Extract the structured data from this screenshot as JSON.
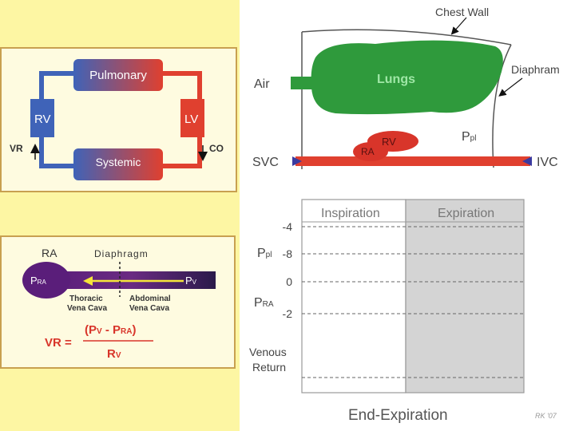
{
  "circulation": {
    "pulmonary": "Pulmonary",
    "systemic": "Systemic",
    "rv": "RV",
    "lv": "LV",
    "vr": "VR",
    "co": "CO"
  },
  "venous_return": {
    "ra": "RA",
    "diaphragm": "Diaphragm",
    "pra": "P",
    "pra_sub": "RA",
    "pv": "P",
    "pv_sub": "V",
    "thoracic_1": "Thoracic",
    "thoracic_2": "Vena Cava",
    "abdominal_1": "Abdominal",
    "abdominal_2": "Vena Cava",
    "formula_lhs": "VR =",
    "formula_num_open": "(P",
    "formula_num_sub1": "V",
    "formula_num_mid": " - P",
    "formula_num_sub2": "RA",
    "formula_num_close": ")",
    "formula_den": "R",
    "formula_den_sub": "V"
  },
  "anatomy": {
    "chest_wall": "Chest Wall",
    "lungs": "Lungs",
    "air": "Air",
    "diaphragm": "Diaphram",
    "ppl": "P",
    "ppl_sub": "pl",
    "ra": "RA",
    "rv": "RV",
    "svc": "SVC",
    "ivc": "IVC"
  },
  "pressure_chart": {
    "inspiration": "Inspiration",
    "expiration": "Expiration",
    "ppl": "P",
    "ppl_sub": "pl",
    "pra": "P",
    "pra_sub": "RA",
    "tick_m4": "-4",
    "tick_m8": "-8",
    "tick_0": "0",
    "tick_m2": "-2",
    "venous_return_1": "Venous",
    "venous_return_2": "Return",
    "caption": "End-Expiration",
    "signature": "RK '07"
  },
  "colors": {
    "background": "#fdf6a3",
    "panel": "#fefbe0",
    "blue": "#3a5fb5",
    "red": "#d8352a",
    "lung_green": "#2f9a3c",
    "purple": "#5a1e7a",
    "expiration_fill": "#d4d4d4"
  }
}
